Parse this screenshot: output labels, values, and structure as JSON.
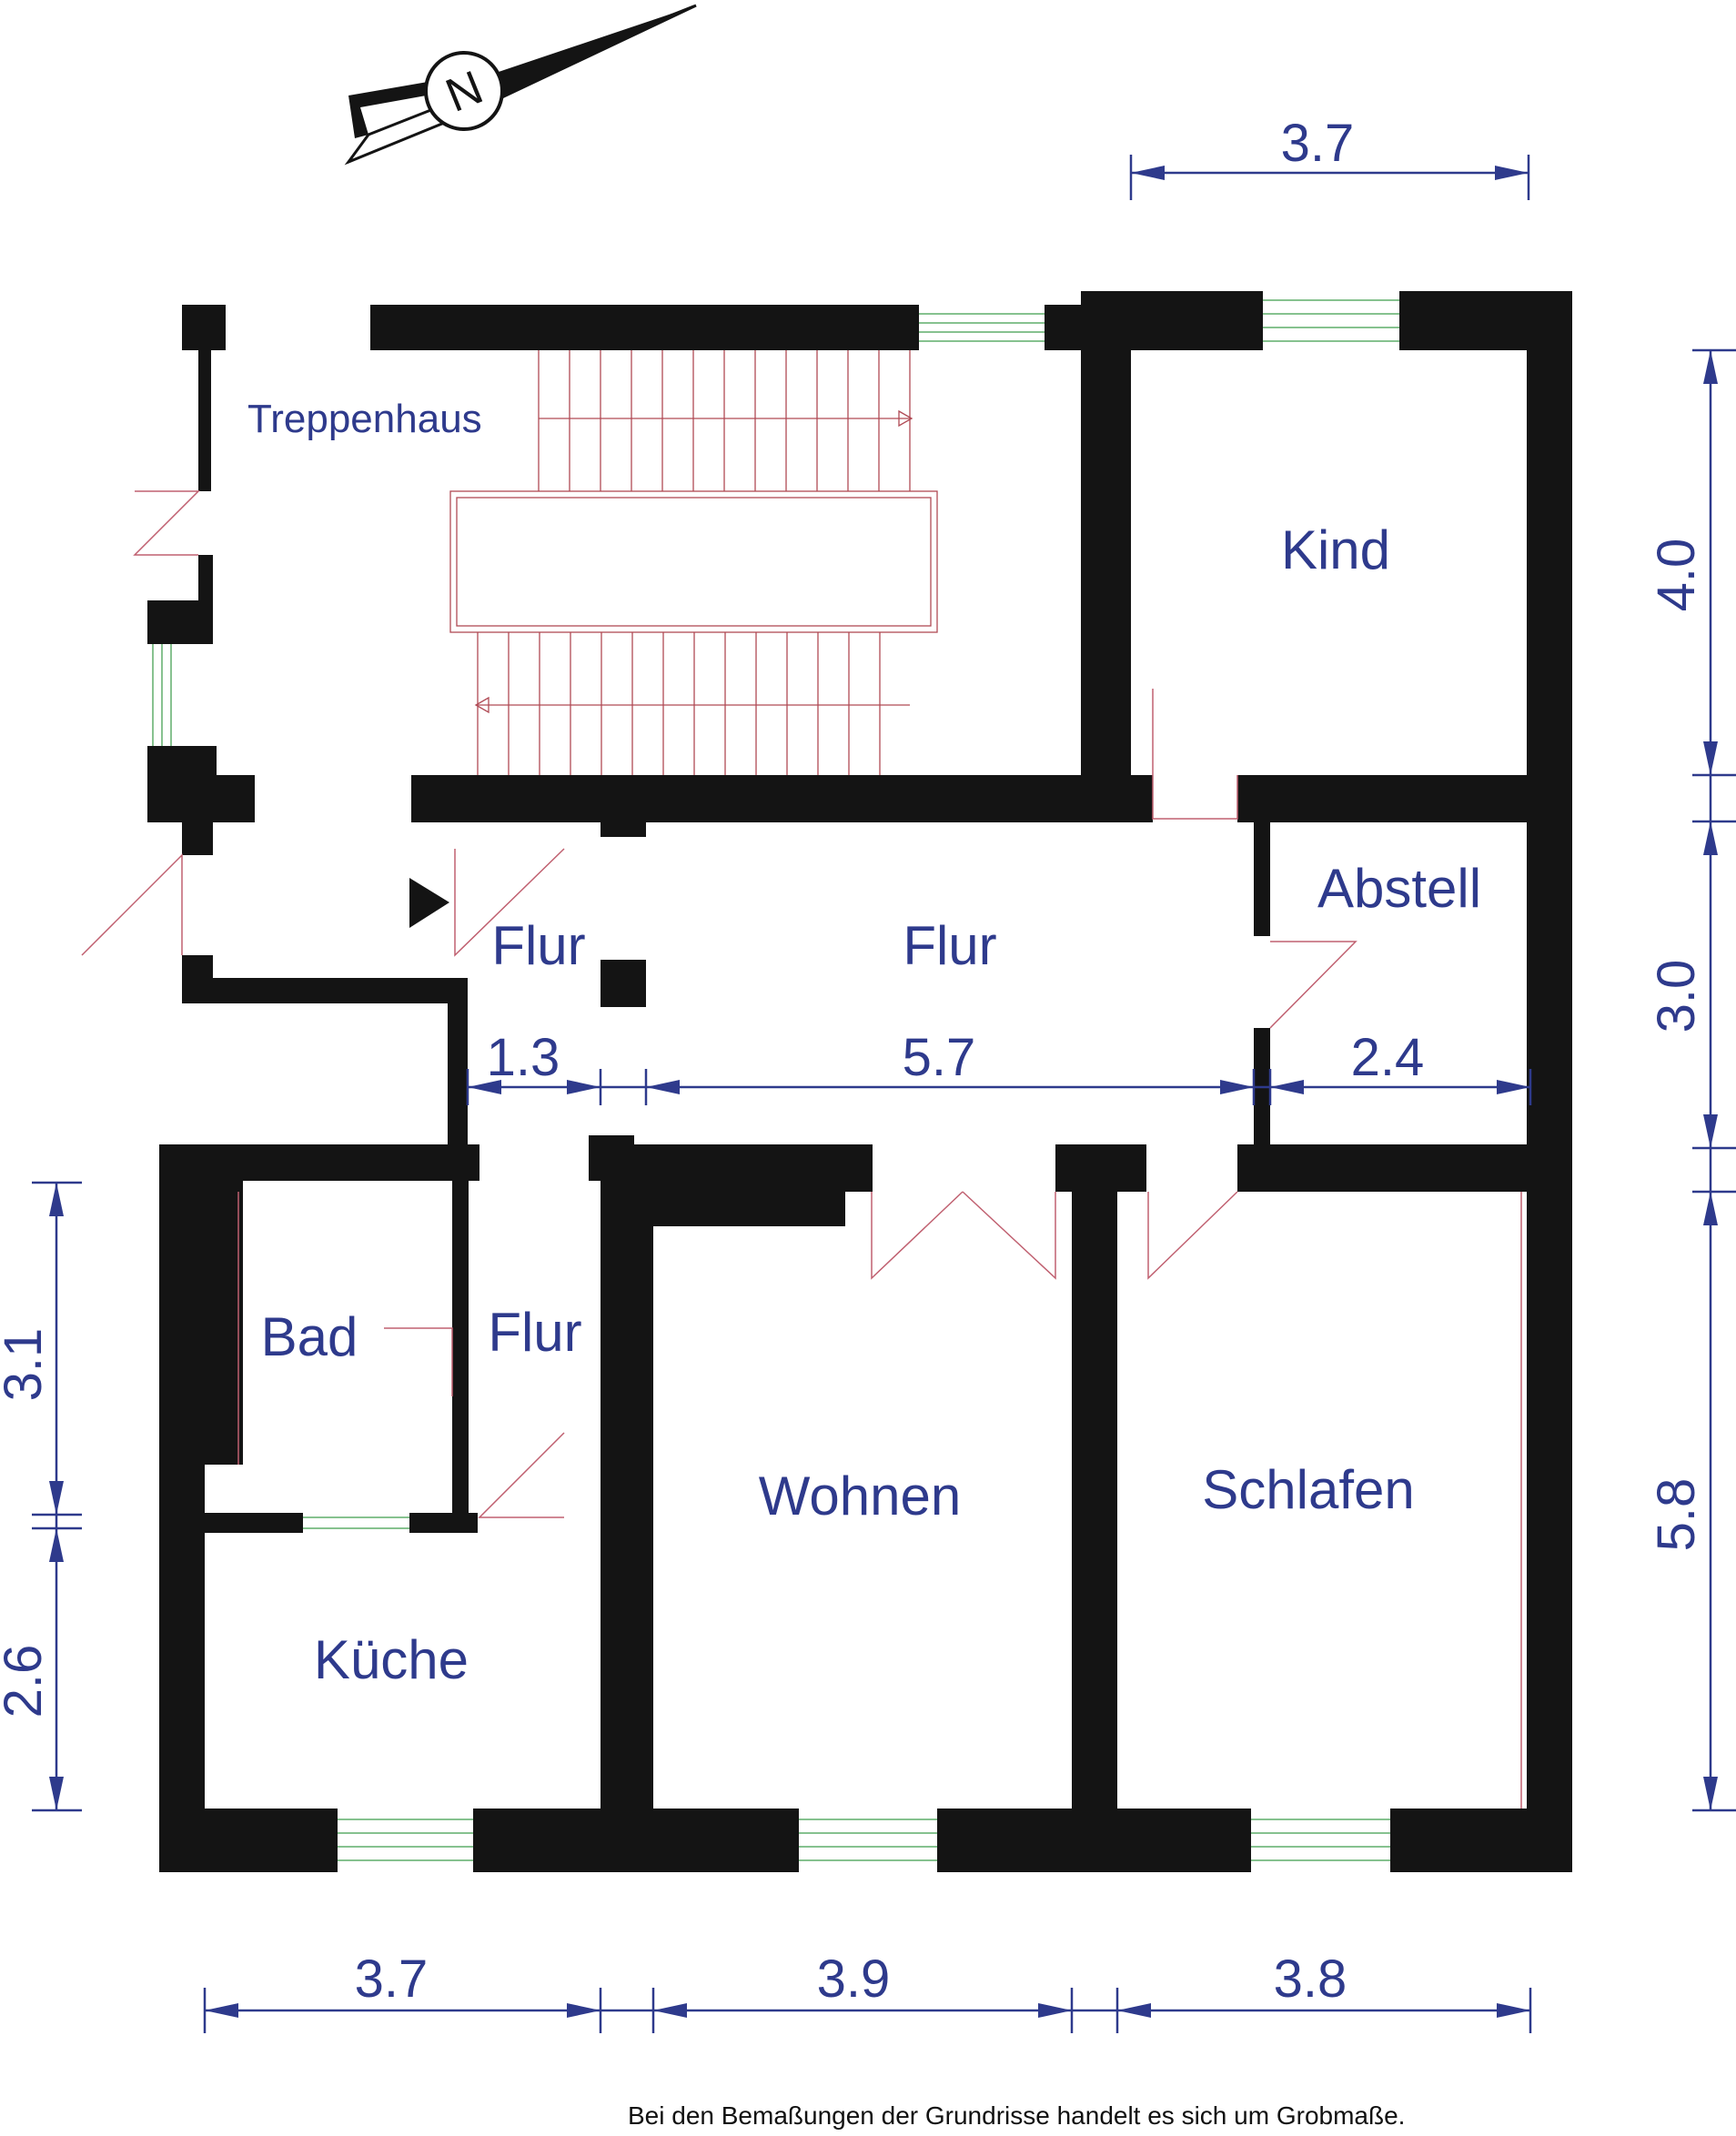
{
  "compass": {
    "label": "N"
  },
  "rooms": {
    "treppenhaus": "Treppenhaus",
    "kind": "Kind",
    "abstell": "Abstell",
    "flur_left": "Flur",
    "flur_main": "Flur",
    "flur_small": "Flur",
    "bad": "Bad",
    "kueche": "Küche",
    "wohnen": "Wohnen",
    "schlafen": "Schlafen"
  },
  "dimensions": {
    "top_kind_width": "3.7",
    "right_kind_height": "4.0",
    "right_abstell_height": "3.0",
    "right_schlafen_height": "5.8",
    "left_bad_height": "3.1",
    "left_kueche_height": "2.6",
    "flur_1": "1.3",
    "flur_2": "5.7",
    "abstell_width": "2.4",
    "bottom_kueche_width": "3.7",
    "bottom_wohnen_width": "3.9",
    "bottom_schlafen_width": "3.8"
  },
  "footnote": "Bei den Bemaßungen der Grundrisse handelt es sich um Grobmaße.",
  "colors": {
    "wall": "#141414",
    "dimension": "#2e3a8c",
    "window": "#5fae6a",
    "door": "#c06070"
  }
}
